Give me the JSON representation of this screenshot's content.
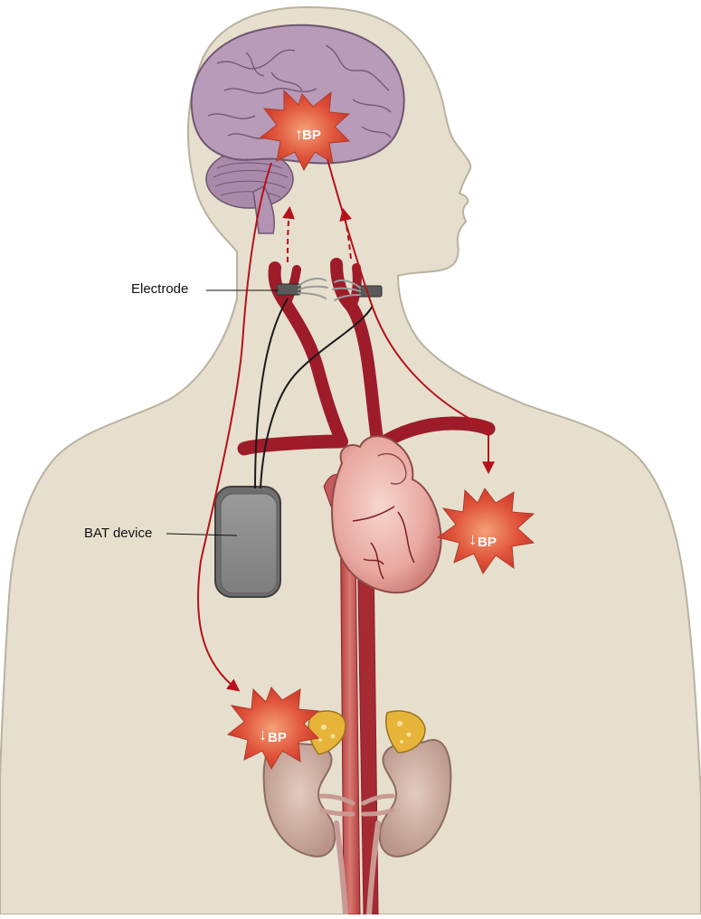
{
  "labels": {
    "electrode": "Electrode",
    "bat_device": "BAT device"
  },
  "bp_markers": {
    "brain": {
      "arrow": "↑",
      "text": "BP"
    },
    "chest": {
      "arrow": "↓",
      "text": "BP"
    },
    "kidney": {
      "arrow": "↓",
      "text": "BP"
    }
  },
  "colors": {
    "skin": "#e6dfcd",
    "skin_outline": "#b9b2a0",
    "brain": "#b89ab9",
    "artery": "#9e1c2a",
    "nerve_path": "#b5121b",
    "starburst": "#e0533b",
    "device": "#8c8c8c",
    "kidney": "#c9aca1",
    "adrenal": "#e7b43a"
  }
}
